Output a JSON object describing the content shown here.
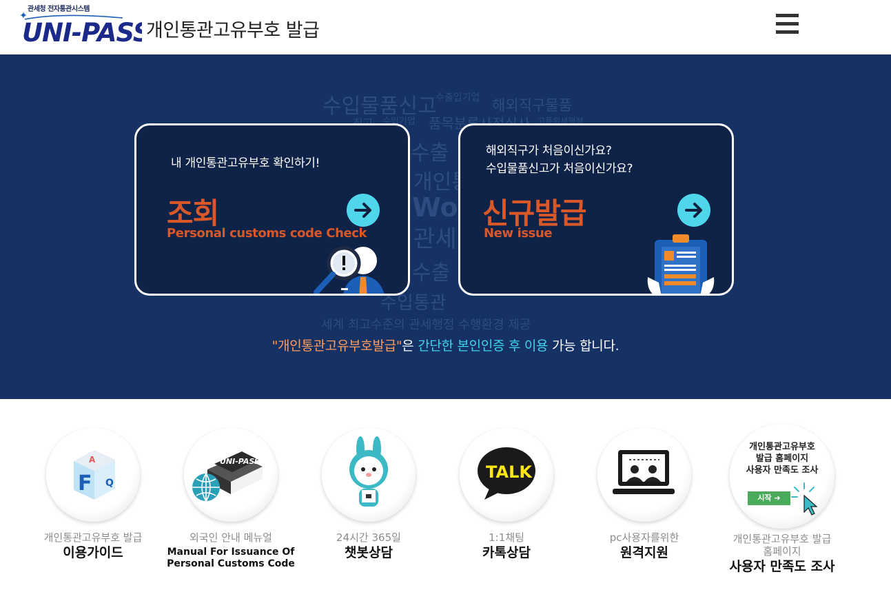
{
  "header": {
    "logo_sub": "관세청 전자통관시스템",
    "logo_text": "UNI-PASS",
    "title": "개인통관고유부호  발급",
    "menu_icon": "hamburger-menu-icon"
  },
  "hero": {
    "word_cloud": [
      "수입물품신고",
      "수출입기업",
      "해외직구물품",
      "최고",
      "수입기업",
      "품목분류사전심사",
      "고품위세행정",
      "수출",
      "개인통관",
      "World",
      "관세청",
      "수출 기업",
      "수입통관",
      "세계 최고수준의 관세행정 수행환경 제공"
    ],
    "cards": [
      {
        "desc": "내 개인통관고유부호 확인하기!",
        "title": "조회",
        "subtitle": "Personal customs code Check",
        "arrow_icon": "arrow-right-icon",
        "art_icon": "magnifier-person-icon"
      },
      {
        "desc_line1": "해외직구가 처음이신가요?",
        "desc_line2": "수입물품신고가 처음이신가요?",
        "title": "신규발급",
        "subtitle": "New issue",
        "arrow_icon": "arrow-right-icon",
        "art_icon": "clipboard-document-icon"
      }
    ],
    "notice": {
      "part1": "\"개인통관고유부호발급\"",
      "part2": "은 ",
      "part3": "간단한 본인인증 후 이용",
      "part4": " 가능 합니다."
    }
  },
  "services": [
    {
      "caption1": "개인통관고유부호 발급",
      "caption2": "이용가이드",
      "icon": "faq-cube-icon"
    },
    {
      "caption1": "외국인 안내 메뉴얼",
      "caption2_line1": "Manual For Issuance Of",
      "caption2_line2": "Personal Customs Code",
      "icon": "manual-book-globe-icon"
    },
    {
      "caption1": "24시간 365일",
      "caption2": "챗봇상담",
      "icon": "chatbot-rabbit-icon"
    },
    {
      "caption1": "1:1채팅",
      "caption2": "카톡상담",
      "icon": "kakao-talk-icon",
      "bubble_text": "TALK"
    },
    {
      "caption1": "pc사용자를위한",
      "caption2": "원격지원",
      "icon": "remote-support-laptop-icon"
    },
    {
      "caption1_line1": "개인통관고유부호 발급",
      "caption1_line2": "홈페이지",
      "caption2": "사용자 만족도 조사",
      "icon": "survey-click-icon",
      "badge_line1": "개인통관고유부호",
      "badge_line2": "발급 홈페이지",
      "badge_line3": "사용자 만족도 조사",
      "start_label": "시작 ➜"
    }
  ],
  "colors": {
    "hero_bg": "#163163",
    "card_bg": "#0f2247",
    "accent_orange": "#d9582a",
    "accent_cyan": "#4fd6ea",
    "start_green": "#4aac5b"
  }
}
